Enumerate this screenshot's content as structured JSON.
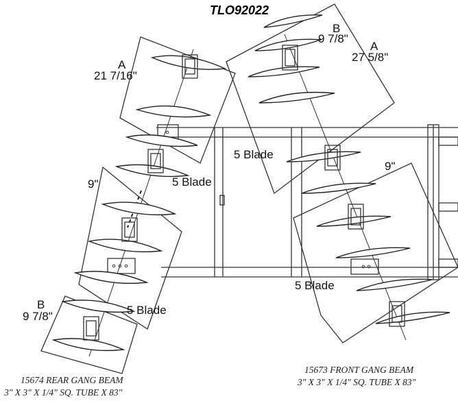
{
  "title": "TLO92022",
  "rear_gang": {
    "dim_a_letter": "A",
    "dim_a_value": "21 7/16\"",
    "spacing": "9\"",
    "dim_b_letter": "B",
    "dim_b_value": "9 7/8\"",
    "blade_label_upper": "5 Blade",
    "blade_label_lower": "5 Blade",
    "beam_caption_line1": "15674 REAR GANG BEAM",
    "beam_caption_line2": "3\" X 3\" X 1/4\" SQ. TUBE X 83\""
  },
  "front_gang": {
    "dim_b_letter": "B",
    "dim_b_value": "9 7/8\"",
    "dim_a_letter": "A",
    "dim_a_value": "27 5/8\"",
    "spacing": "9\"",
    "blade_label_upper": "5 Blade",
    "blade_label_lower": "5 Blade",
    "beam_caption_line1": "15673 FRONT GANG BEAM",
    "beam_caption_line2": "3\" X 3\" X 1/4\" SQ. TUBE X 83\""
  }
}
